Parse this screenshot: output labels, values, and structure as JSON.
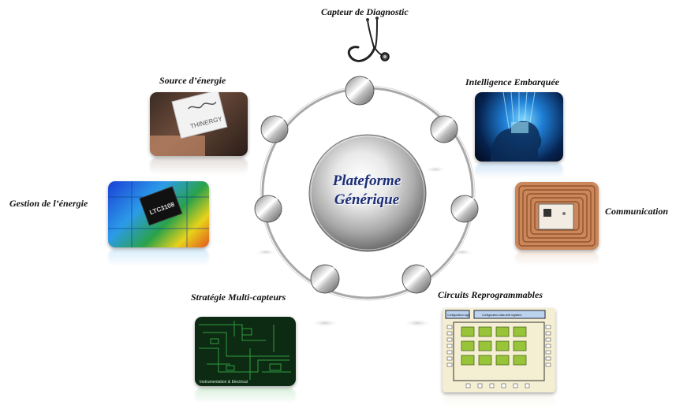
{
  "diagram": {
    "center": {
      "line1": "Plateforme",
      "line2": "Générique"
    },
    "labels": {
      "capteur": "Capteur de Diagnostic",
      "intelligence": "Intelligence  Embarquée",
      "communication": "Communication",
      "circuits": "Circuits Reprogrammables",
      "strategie": "Stratégie Multi-capteurs",
      "gestion": "Gestion de l’énergie",
      "source": "Source d’énergie"
    },
    "image_text": {
      "chip": "LTC3108",
      "energy": "THINERGY",
      "circuit_board": "Instrumentation & Electrical",
      "fpga_header_left": "Configuration logic",
      "fpga_header_right": "Configuration data shift registers"
    },
    "icons": {
      "stethoscope": "stethoscope-icon",
      "node": "metal-node-icon"
    },
    "colors": {
      "title": "#1d2e72",
      "ring": "#a9a9a9",
      "node_metal": "#c9c9c9"
    }
  }
}
